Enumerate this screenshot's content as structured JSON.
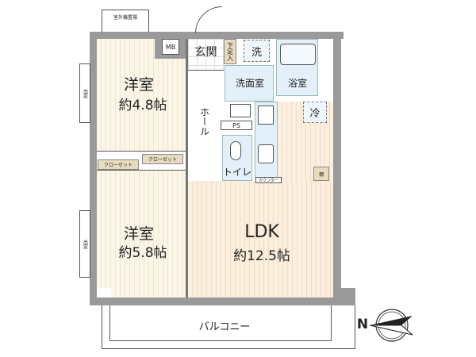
{
  "rooms": {
    "western_1": {
      "name": "洋室",
      "size": "約4.8帖"
    },
    "western_2": {
      "name": "洋室",
      "size": "約5.8帖"
    },
    "ldk": {
      "name": "LDK",
      "size": "約12.5帖"
    }
  },
  "labels": {
    "outdoor_unit": "室外機置場",
    "mb": "MB",
    "entrance": "玄関",
    "shoe_storage": "下足入",
    "washer": "洗",
    "washroom": "洗面室",
    "bathroom": "浴室",
    "hall": "ホール",
    "fridge": "冷",
    "ps": "PS",
    "toilet": "トイレ",
    "counter": "カウンター",
    "shelf": "棚",
    "closet_1": "クローゼット",
    "closet_2": "クローゼット",
    "bay_window_1": "出窓",
    "bay_window_2": "出窓",
    "balcony": "バルコニー",
    "north": "N"
  }
}
